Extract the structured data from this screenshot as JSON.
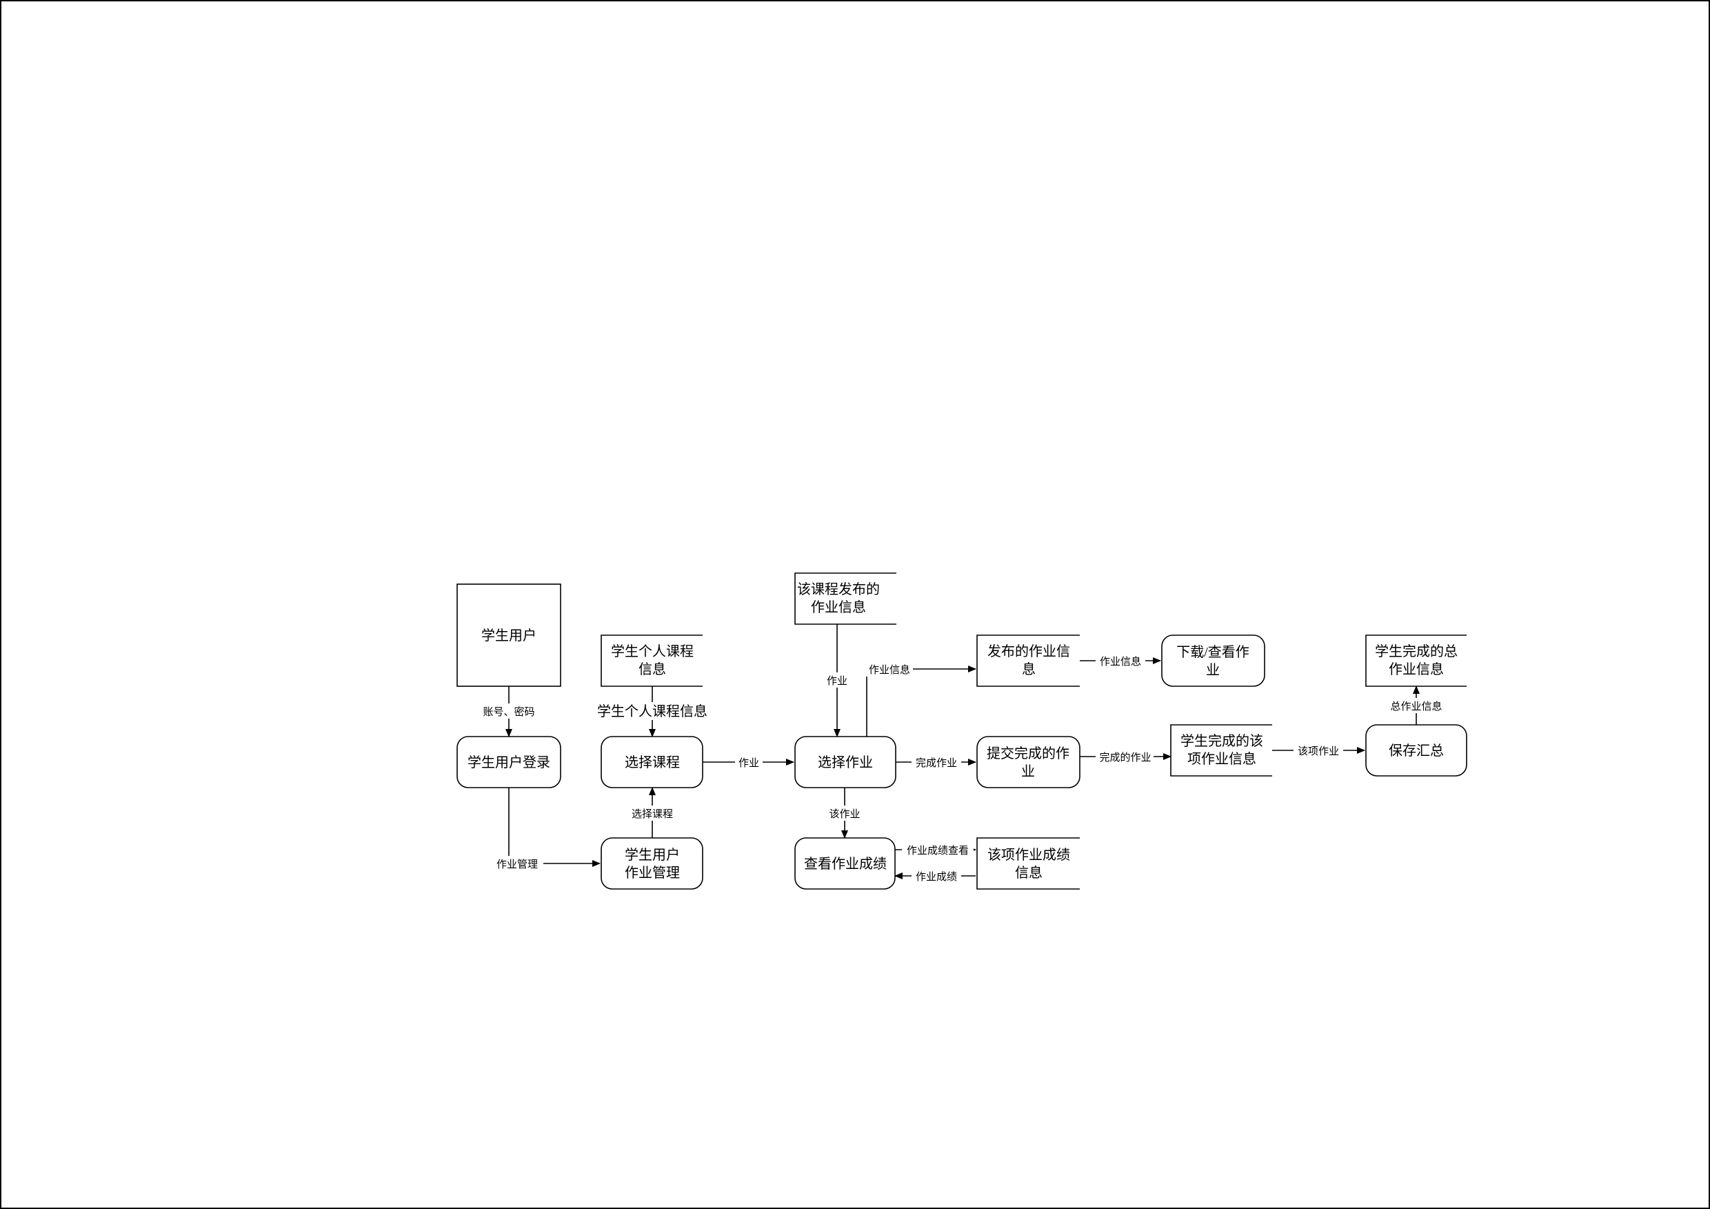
{
  "nodes": {
    "student_user": {
      "lines": [
        "学生用户"
      ]
    },
    "student_login": {
      "lines": [
        "学生用户登录"
      ]
    },
    "student_course_info": {
      "lines": [
        "学生个人课程",
        "信息"
      ]
    },
    "select_course": {
      "lines": [
        "选择课程"
      ]
    },
    "hw_management": {
      "lines": [
        "学生用户",
        "作业管理"
      ]
    },
    "course_hw_info": {
      "lines": [
        "该课程发布的",
        "作业信息"
      ]
    },
    "select_hw": {
      "lines": [
        "选择作业"
      ]
    },
    "view_scores": {
      "lines": [
        "查看作业成绩"
      ]
    },
    "hw_score_info": {
      "lines": [
        "该项作业成绩",
        "信息"
      ]
    },
    "published_hw_info": {
      "lines": [
        "发布的作业信",
        "息"
      ]
    },
    "download_view_hw": {
      "lines": [
        "下载/查看作",
        "业"
      ]
    },
    "submit_hw": {
      "lines": [
        "提交完成的作",
        "业"
      ]
    },
    "student_done_item": {
      "lines": [
        "学生完成的该",
        "项作业信息"
      ]
    },
    "save_summary": {
      "lines": [
        "保存汇总"
      ]
    },
    "student_done_total": {
      "lines": [
        "学生完成的总",
        "作业信息"
      ]
    }
  },
  "flows": {
    "account_password": "账号、密码",
    "course_info": "学生个人课程信息",
    "hw_manage": "作业管理",
    "select_course": "选择课程",
    "homework": "作业",
    "homework_down": "作业",
    "hw_info_up": "作业信息",
    "hw_info_right": "作业信息",
    "completed_hw_a": "完成作业",
    "completed_hw_b": "完成的作业",
    "this_hw": "该作业",
    "hw_score_view": "作业成绩查看",
    "hw_score": "作业成绩",
    "this_item_hw": "该项作业",
    "total_hw_info": "总作业信息"
  }
}
